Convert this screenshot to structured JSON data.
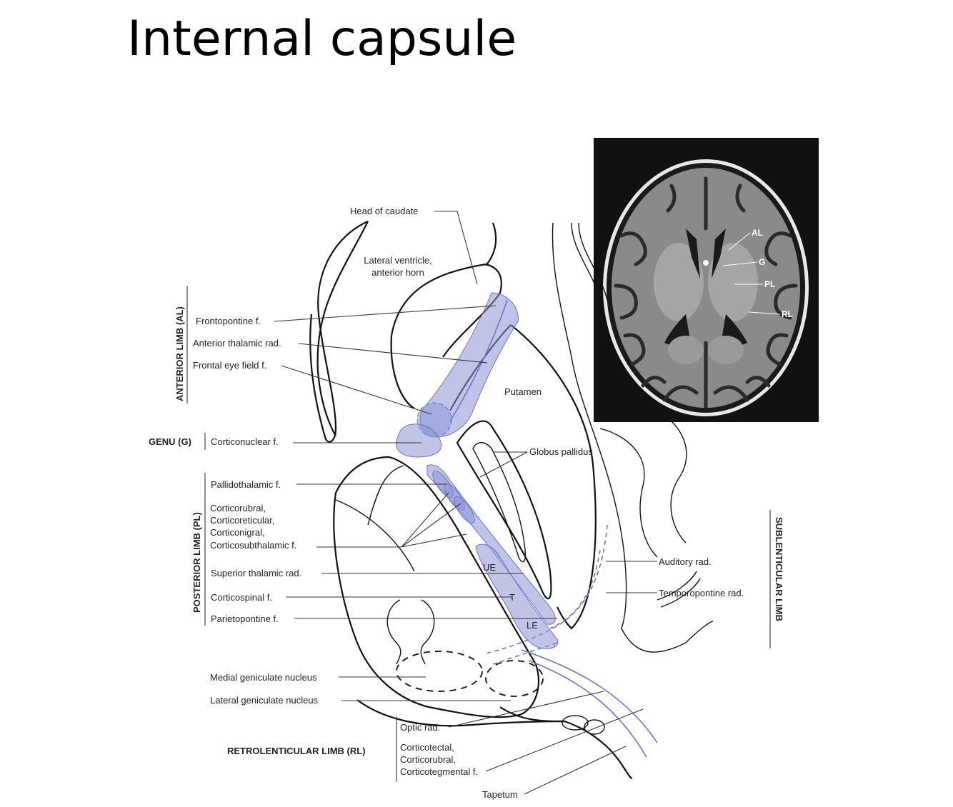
{
  "title": "Internal capsule",
  "limbs": {
    "anterior": "ANTERIOR LIMB (AL)",
    "genu": "GENU (G)",
    "posterior": "POSTERIOR LIMB (PL)",
    "retrolenticular": "RETROLENTICULAR LIMB (RL)",
    "sublenticular": "SUBLENTICULAR LIMB"
  },
  "labels": {
    "head_of_caudate": "Head of caudate",
    "lateral_ventricle_1": "Lateral ventricle,",
    "lateral_ventricle_2": "anterior horn",
    "frontopontine": "Frontopontine f.",
    "anterior_thalamic": "Anterior thalamic rad.",
    "frontal_eye_field": "Frontal eye field f.",
    "putamen": "Putamen",
    "corticonuclear": "Corticonuclear f.",
    "globus_pallidus": "Globus pallidus",
    "pallidothalamic": "Pallidothalamic f.",
    "corticorubral": "Corticorubral,",
    "corticoreticular": "Corticoreticular,",
    "corticonigral": "Corticonigral,",
    "corticosubthalamic": "Corticosubthalamic f.",
    "superior_thalamic": "Superior thalamic rad.",
    "corticospinal": "Corticospinal f.",
    "parietopontine": "Parietopontine f.",
    "auditory": "Auditory rad.",
    "temporopontine": "Temporopontine rad.",
    "medial_geniculate": "Medial geniculate nucleus",
    "lateral_geniculate": "Lateral geniculate nucleus",
    "optic": "Optic rad.",
    "corticotectal": "Corticotectal,",
    "corticorubral_rl": "Corticorubral,",
    "corticotegmental": "Corticotegmental f.",
    "tapetum": "Tapetum",
    "ue": "UE",
    "t": "T",
    "le": "LE"
  },
  "mri_labels": {
    "al": "AL",
    "g": "G",
    "pl": "PL",
    "rl": "RL"
  },
  "colors": {
    "tract_fill": "#8d96d6",
    "tract_stroke": "#6b74c4",
    "mri_background": "#111111"
  }
}
